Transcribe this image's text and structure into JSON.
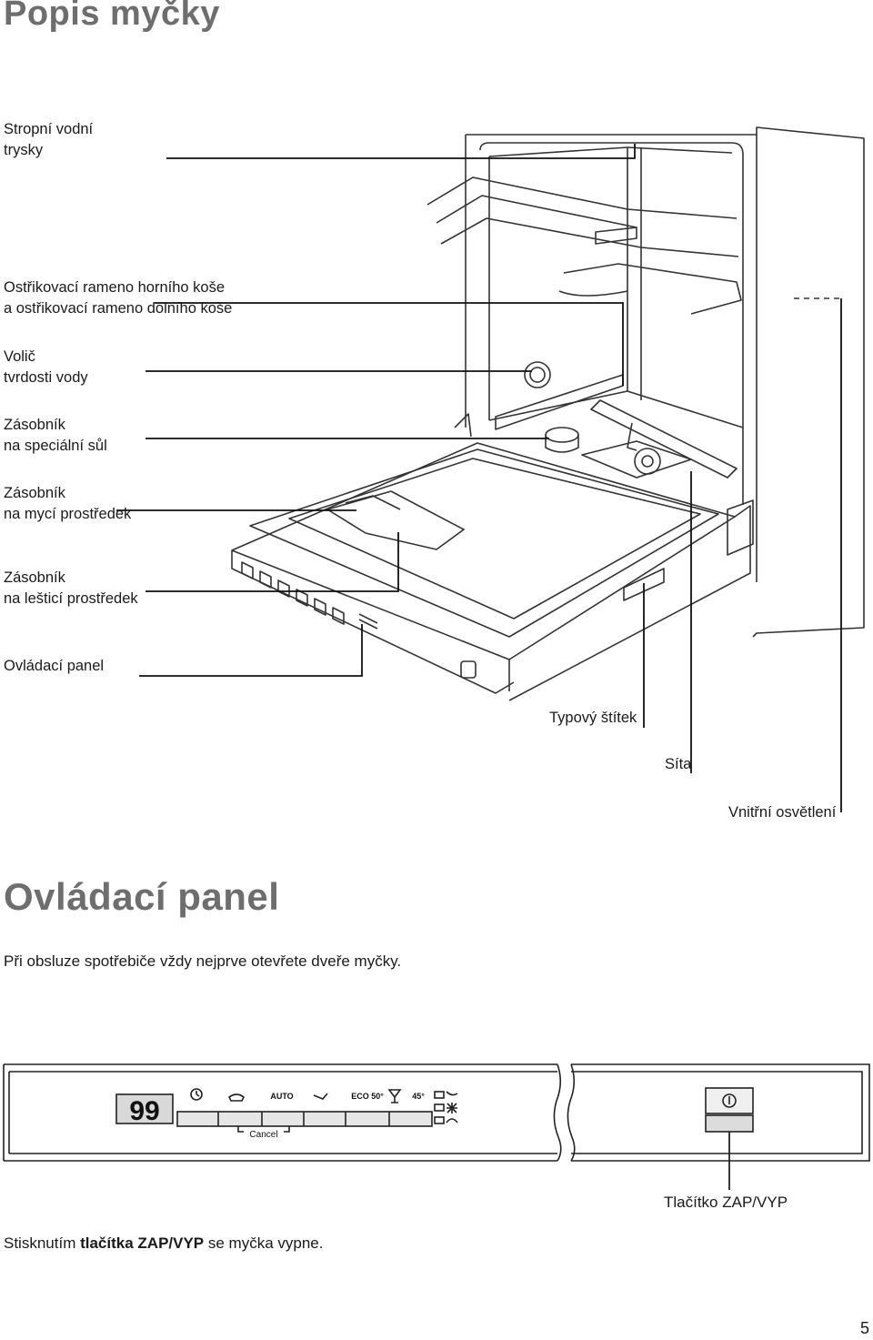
{
  "title": "Popis myčky",
  "labels": {
    "ceiling_jets": [
      "Stropní vodní",
      "trysky"
    ],
    "spray_arms": [
      "Ostřikovací rameno horního koše",
      "a ostřikovací rameno dolního koše"
    ],
    "hardness": [
      "Volič",
      "tvrdosti vody"
    ],
    "salt": [
      "Zásobník",
      "na speciální sůl"
    ],
    "detergent": [
      "Zásobník",
      "na mycí prostředek"
    ],
    "rinse": [
      "Zásobník",
      "na lešticí prostředek"
    ],
    "control_panel": "Ovládací panel",
    "rating_plate": "Typový štítek",
    "filters": "Síta",
    "interior_light": "Vnitřní osvětlení"
  },
  "section2": {
    "title": "Ovládací panel",
    "intro": "Při obsluze spotřebiče vždy nejprve otevřete dveře myčky."
  },
  "panel": {
    "display": "99",
    "auto": "AUTO",
    "eco": "ECO 50°",
    "p45": "45°",
    "cancel": "Cancel",
    "onoff_label": "Tlačítko ZAP/VYP"
  },
  "footer": {
    "pre": "Stisknutím ",
    "bold": "tlačítka ZAP/VYP",
    "post": " se myčka vypne."
  },
  "page_number": "5"
}
